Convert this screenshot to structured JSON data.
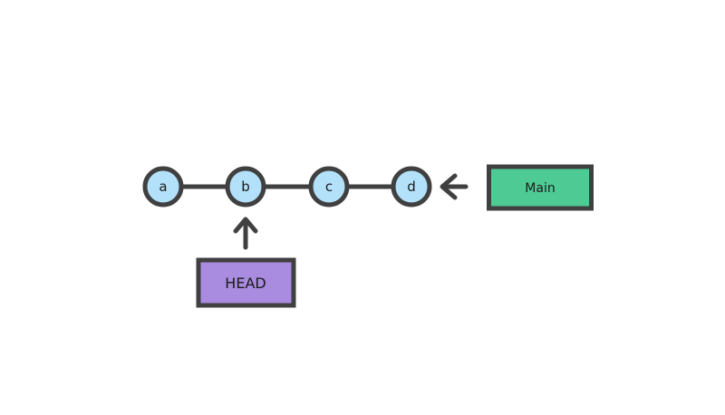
{
  "diagram": {
    "nodes": [
      {
        "label": "a"
      },
      {
        "label": "b"
      },
      {
        "label": "c"
      },
      {
        "label": "d"
      }
    ],
    "branch": {
      "label": "Main",
      "pointer_icon": "left-arrow"
    },
    "head": {
      "label": "HEAD",
      "pointer_icon": "up-arrow"
    },
    "colors": {
      "node_fill": "#b3e1fa",
      "branch_fill": "#4ecb94",
      "head_fill": "#a98be0",
      "stroke": "#404040",
      "text": "#1a1a1a",
      "background": "#ffffff"
    }
  }
}
